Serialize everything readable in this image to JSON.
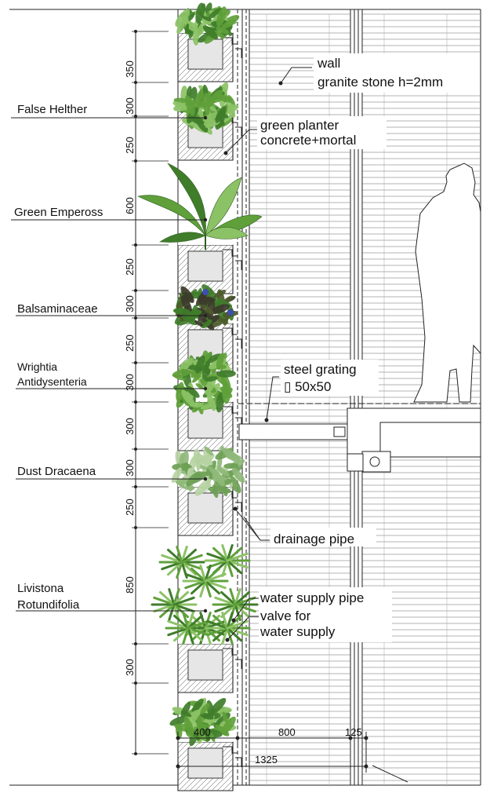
{
  "plants": [
    {
      "name": "False Helther"
    },
    {
      "name": "Green Empeross"
    },
    {
      "name": "Balsaminaceae"
    },
    {
      "name": "Wrightia",
      "name2": "Antidysenteria"
    },
    {
      "name": "Dust Dracaena"
    },
    {
      "name": "Livistona",
      "name2": "Rotundifolia"
    }
  ],
  "vertical_dimensions": [
    "350",
    "300",
    "250",
    "600",
    "250",
    "300",
    "250",
    "300",
    "300",
    "300",
    "250",
    "850",
    "300"
  ],
  "horizontal_dimensions": [
    "400",
    "800",
    "125",
    "1325"
  ],
  "annotations": {
    "wall_line1": "wall",
    "wall_line2": "granite stone h=2mm",
    "planter_line1": "green planter",
    "planter_line2": "concrete+mortal",
    "grating_line1": "steel grating",
    "grating_line2": "▯ 50x50",
    "drainage": "drainage pipe",
    "water_supply": "water supply pipe",
    "valve_line1": "valve for",
    "valve_line2": "water supply"
  },
  "colors": {
    "line": "#222222",
    "leaf_dark": "#3f7d2a",
    "leaf_mid": "#5fa03a",
    "leaf_light": "#8cc266",
    "flower": "#3b4fb0",
    "soil": "#e6e6e6"
  }
}
